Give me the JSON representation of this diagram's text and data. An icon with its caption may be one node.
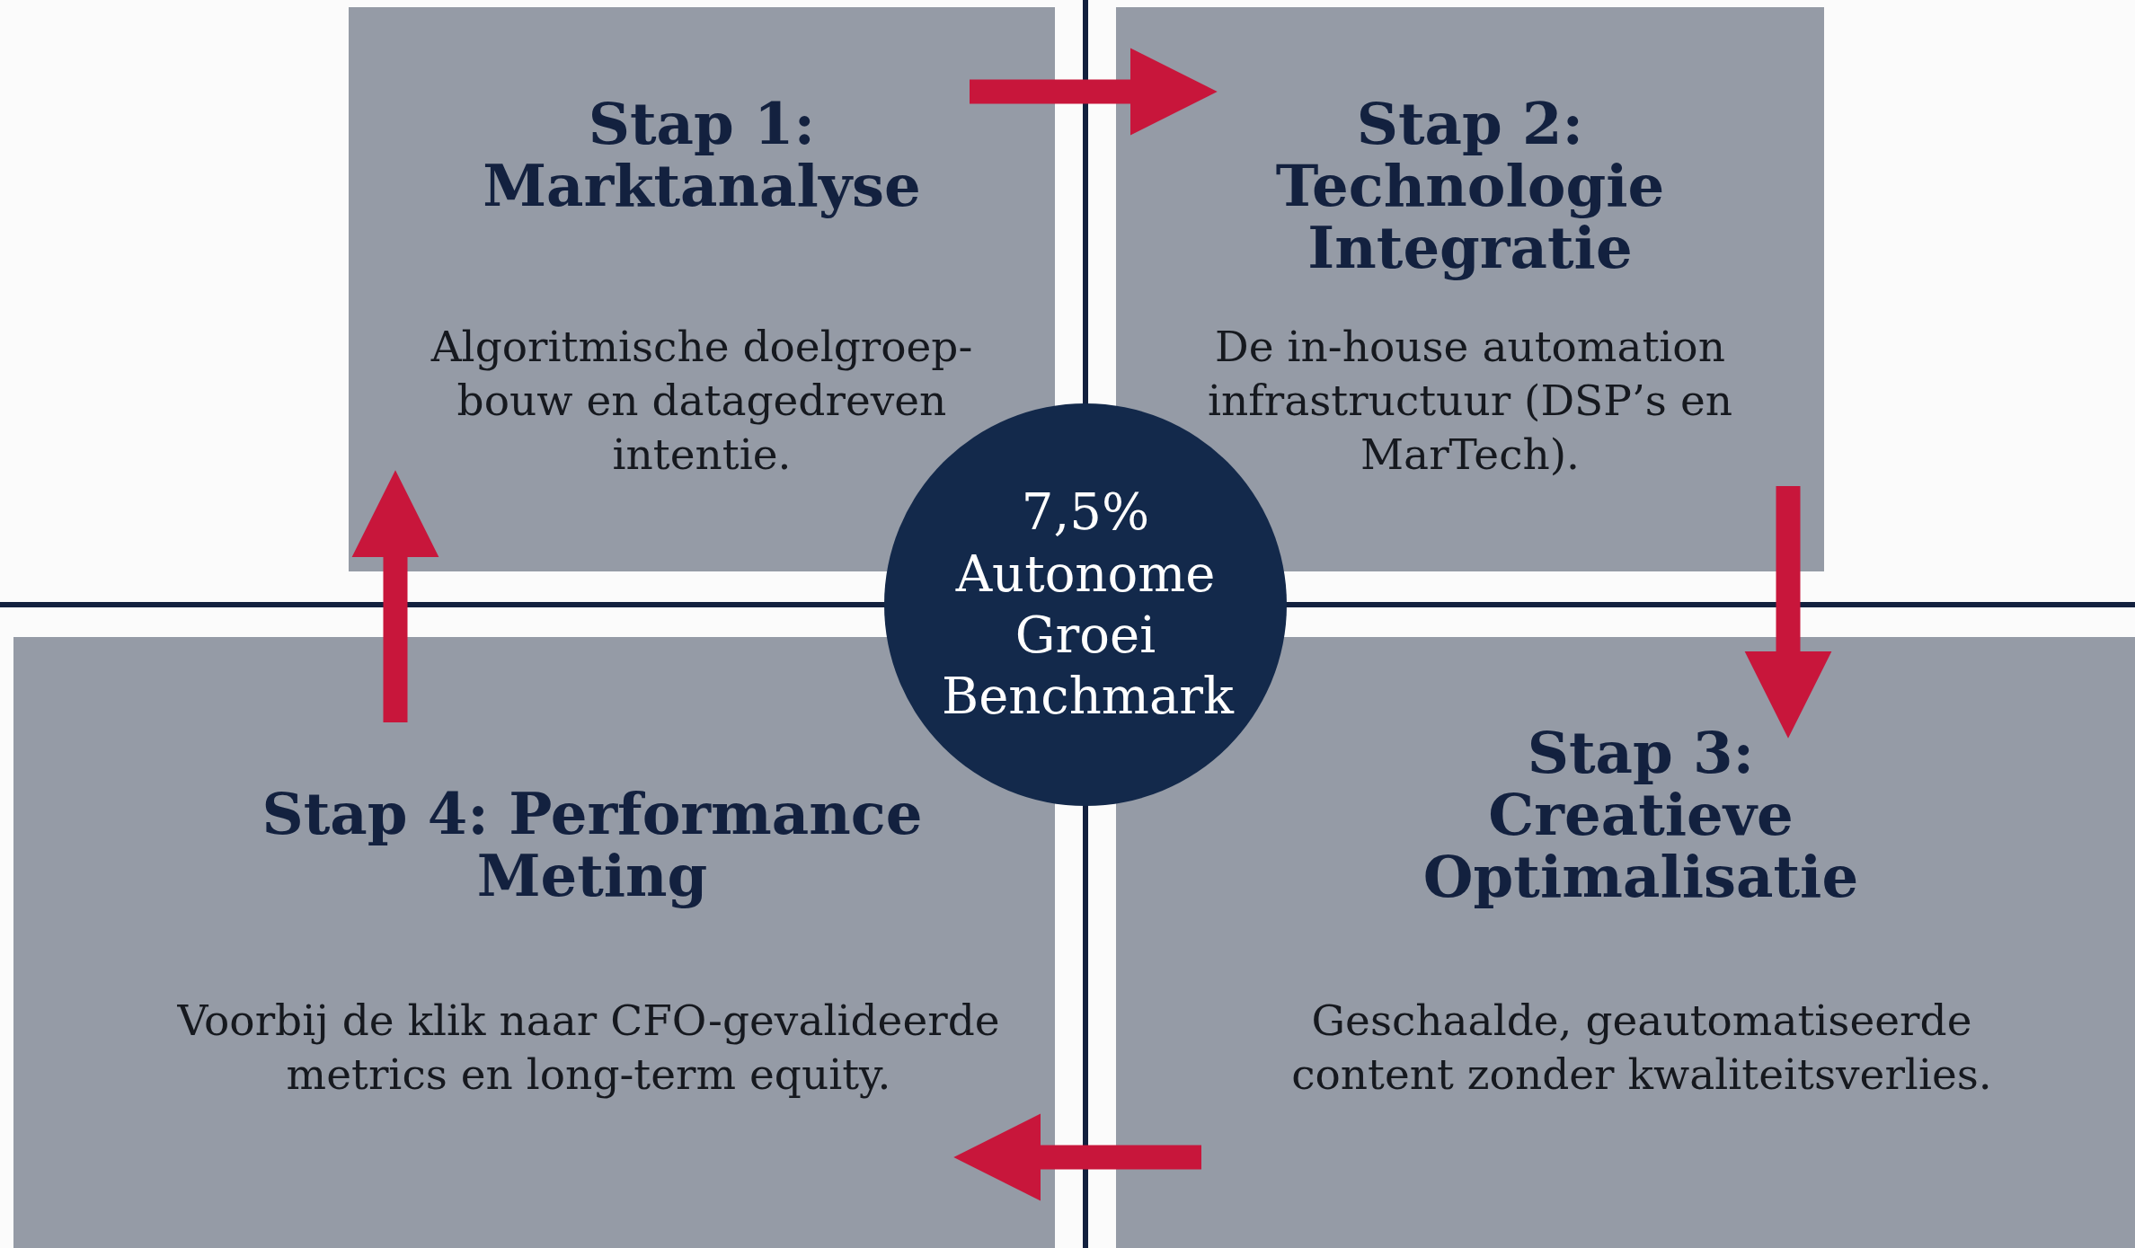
{
  "diagram": {
    "nodes": [
      {
        "text": [
          "Stap 1: Marktanalyse",
          "Algoritmische doelgroep-bouw en datagedreven intentie."
        ]
      },
      {
        "text": [
          "Stap 2: Technologie Integratie",
          "De in-house automation infrastructuur (DSP’s en MarTech)."
        ]
      },
      {
        "text": [
          "Stap 3: Creatieve Optimalisatie",
          "Geschaalde, geautomatiseerde content zonder kwaliteitsverlies."
        ]
      },
      {
        "text": [
          "Stap 4: Performance Meting",
          "Voorbij de klik naar CFO-gevalideerde metrics en long-term equity."
        ]
      },
      {
        "text": [
          "7,5% Autonome Groei Benchmark"
        ]
      }
    ],
    "edges": [
      {
        "from": 0,
        "to": 1,
        "arrow": "to"
      },
      {
        "from": 1,
        "to": 2,
        "arrow": "to"
      },
      {
        "from": 2,
        "to": 3,
        "arrow": "to"
      },
      {
        "from": 3,
        "to": 0,
        "arrow": "to"
      }
    ]
  }
}
